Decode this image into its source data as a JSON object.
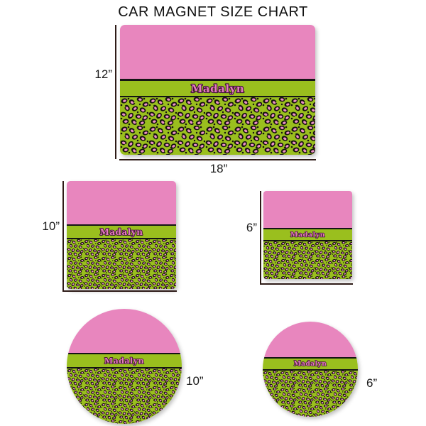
{
  "title": "CAR MAGNET SIZE CHART",
  "personalization_name": "Madalyn",
  "colors": {
    "pink": "#E886BE",
    "green": "#9ABF1E",
    "leopink": "#EC8FC6",
    "spot": "#171310",
    "band-line": "#141414",
    "dim": "#2E1B17",
    "label": "#1A1A1A",
    "name-fill": "#E67BBE",
    "name-outline": "#3A0F33"
  },
  "magnets": {
    "rect_18x12": {
      "width_label": "18”",
      "height_label": "12”"
    },
    "square_10": {
      "size_label": "10”"
    },
    "square_6": {
      "size_label": "6”"
    },
    "circle_10": {
      "size_label": "10”"
    },
    "circle_6": {
      "size_label": "6”"
    }
  }
}
